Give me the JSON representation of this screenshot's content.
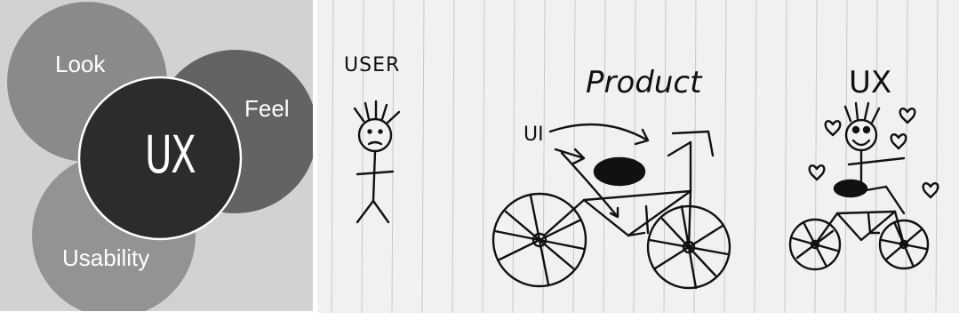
{
  "venn": {
    "look": "Look",
    "feel": "Feel",
    "usability": "Usability",
    "center": "UX",
    "colors": {
      "background": "#d2d2d2",
      "look_circle": "#8a8a8a",
      "feel_circle": "#5a5a5a",
      "usability_circle": "#8f8f8f",
      "center_circle": "#2c2c2c"
    }
  },
  "sketch": {
    "user": "USER",
    "product": "Product",
    "ui": "UI",
    "ux": "UX"
  }
}
